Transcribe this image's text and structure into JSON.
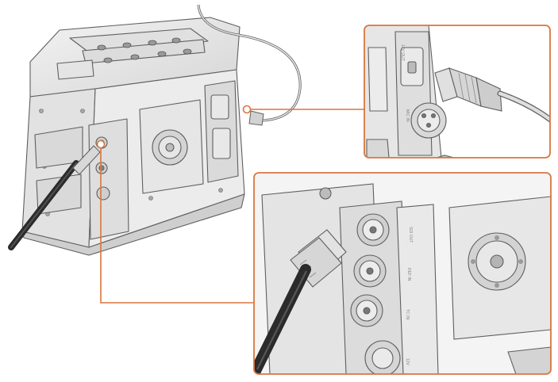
{
  "figure": {
    "callout_color": "#d9763f",
    "line_color": "#5f5f5f",
    "body_color": "#e7e7e7",
    "shadow_color": "#c9c9c9"
  },
  "port_labels": {
    "top_rear": "12V OUT",
    "top_rear_2": "MIC IN",
    "sdi_out": "SDI OUT",
    "ref_in": "REF IN",
    "tc_in": "TC IN",
    "power": "12V"
  }
}
